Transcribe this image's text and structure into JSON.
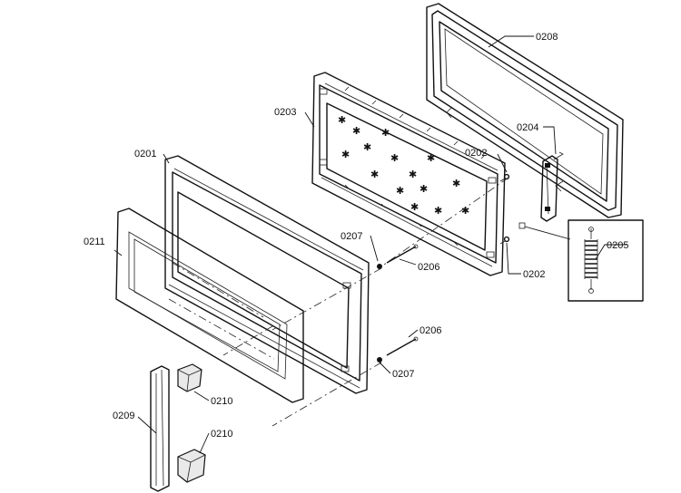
{
  "callouts": {
    "c0208": "0208",
    "c0203": "0203",
    "c0204": "0204",
    "c0202a": "0202",
    "c0201": "0201",
    "c0211": "0211",
    "c0207a": "0207",
    "c0206a": "0206",
    "c0202b": "0202",
    "c0205": "0205",
    "c0206b": "0206",
    "c0207b": "0207",
    "c0210a": "0210",
    "c0209": "0209",
    "c0210b": "0210"
  }
}
